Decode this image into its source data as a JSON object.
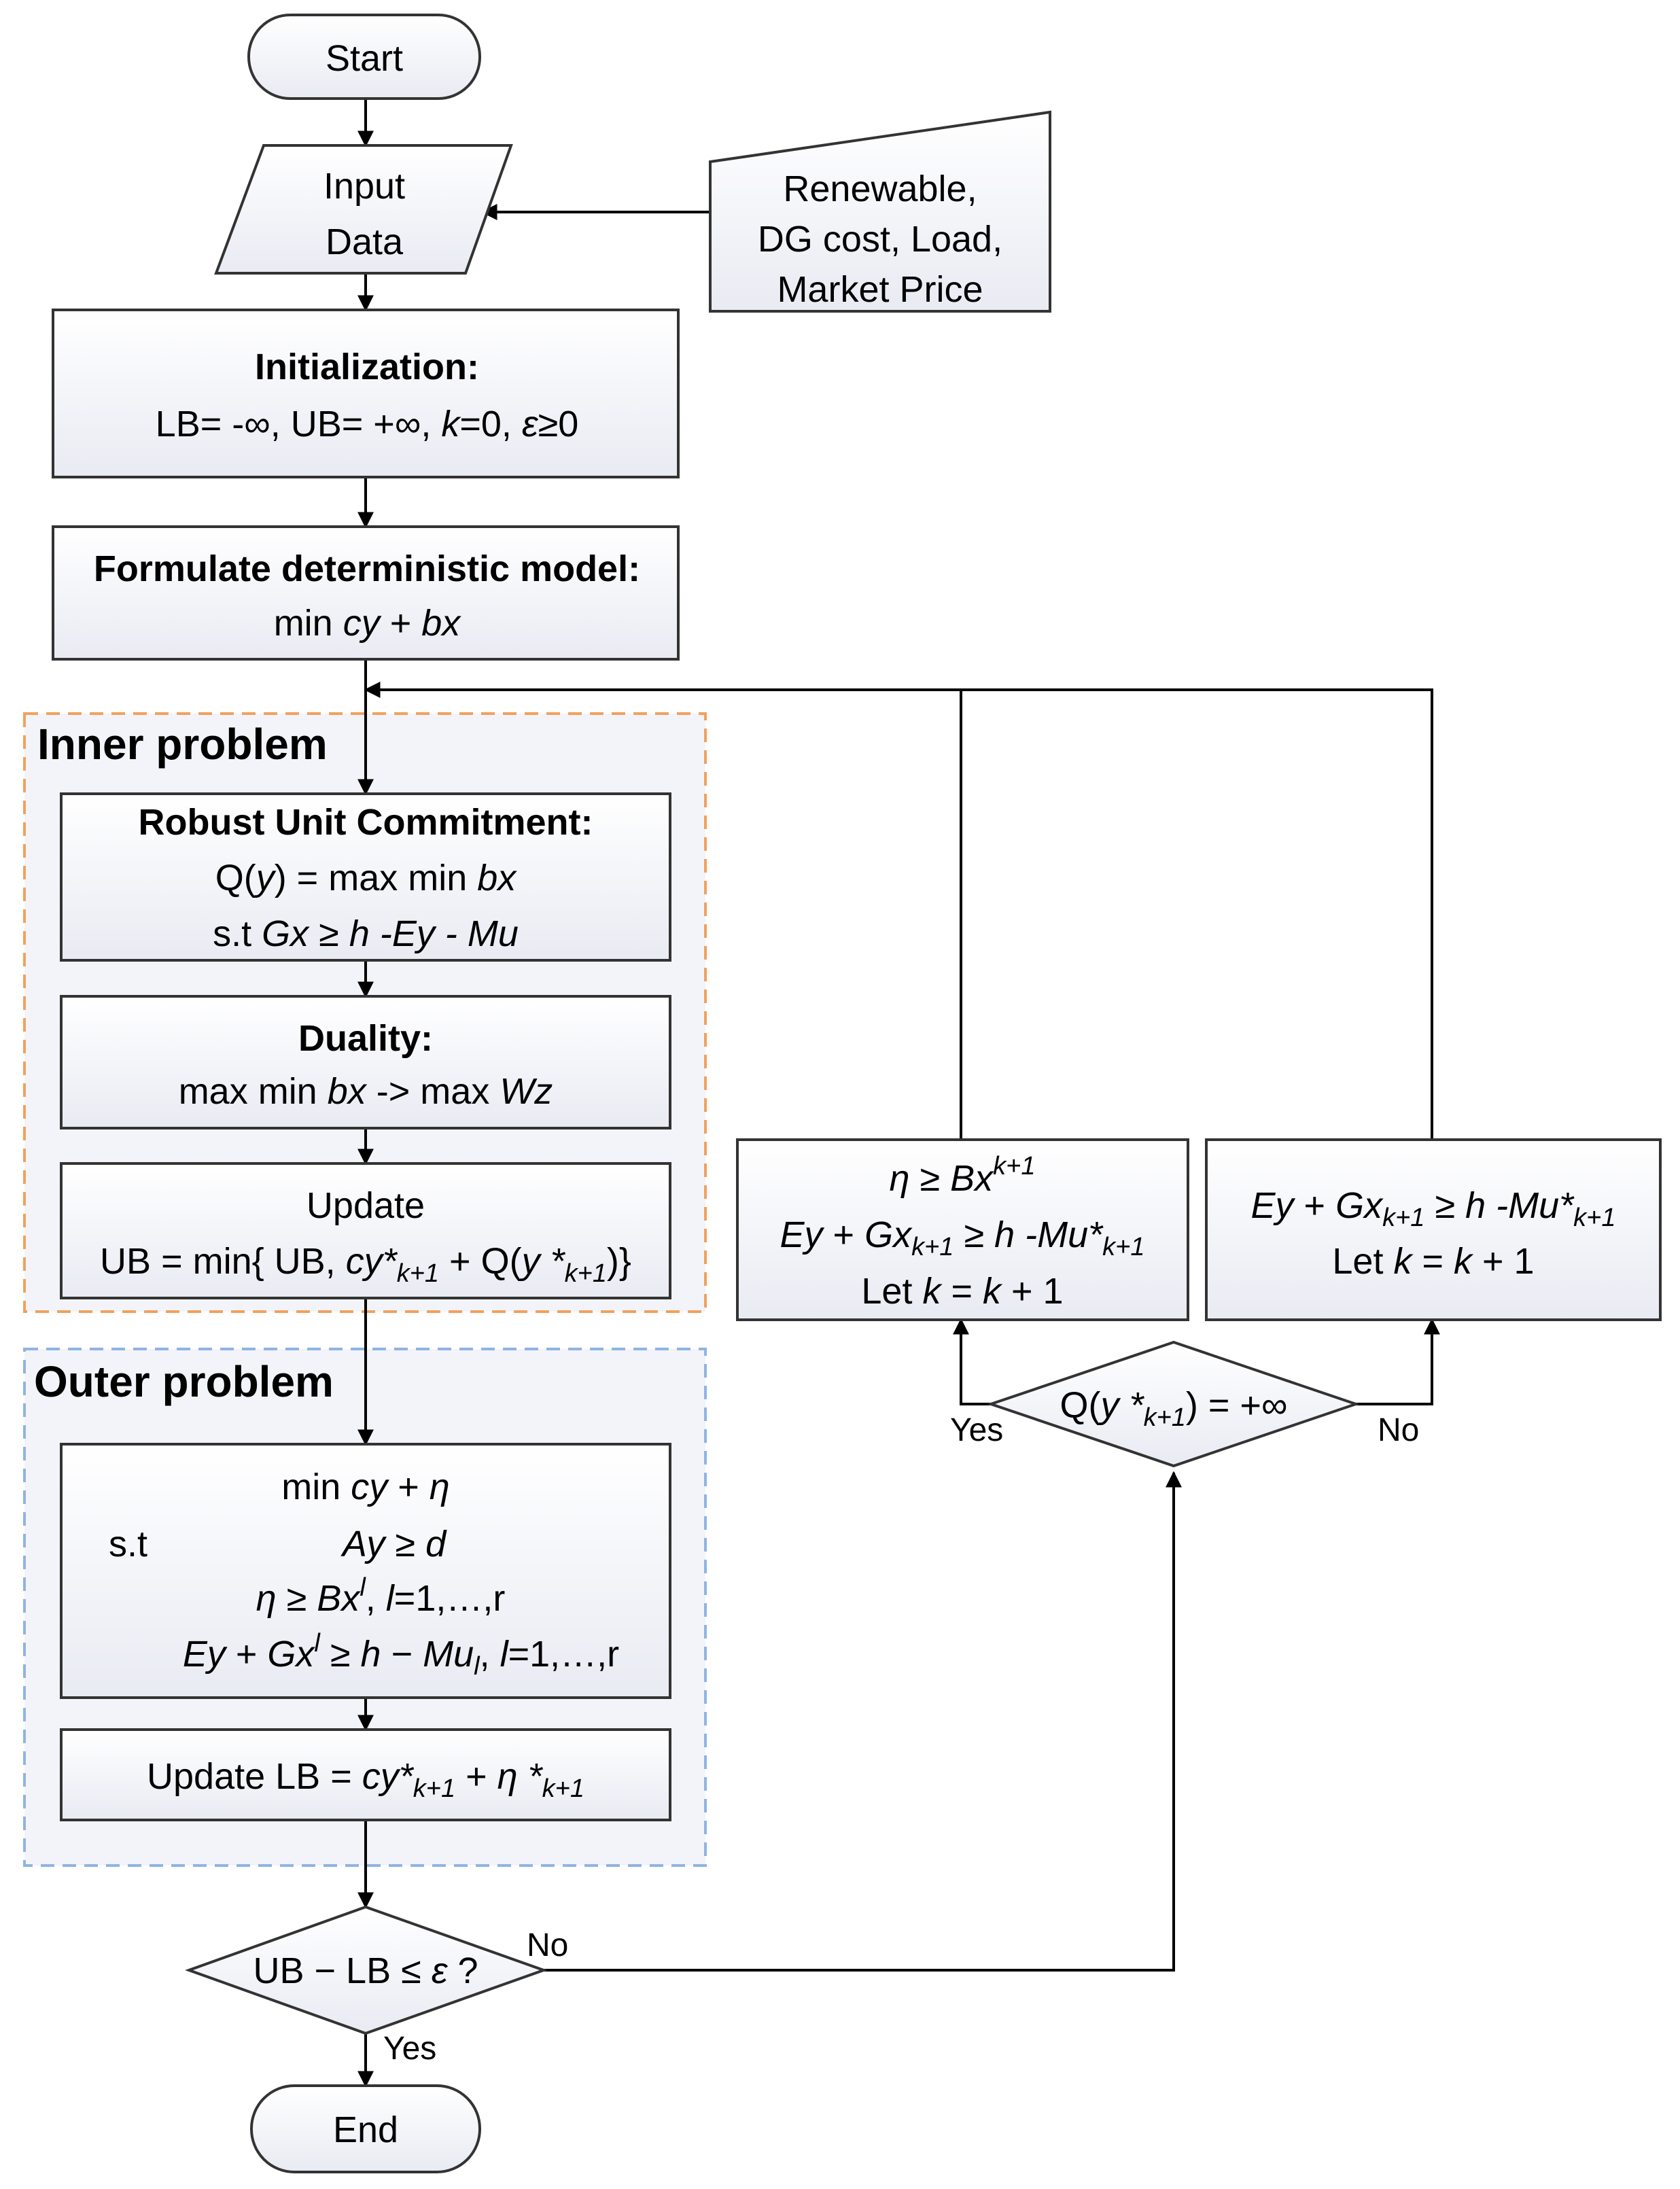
{
  "nodes": {
    "start": "Start",
    "input_l1": "Input",
    "input_l2": "Data",
    "ext_l1": "Renewable,",
    "ext_l2": "DG cost, Load,",
    "ext_l3": "Market Price",
    "init_title": "Initialization:",
    "init_body": "LB= -∞, UB= +∞, k=0, ε≥0",
    "det_title": "Formulate deterministic model:",
    "det_body": "min cy + bx",
    "inner_label": "Inner problem",
    "ruc_title": "Robust Unit Commitment:",
    "ruc_l1": "Q(y) = max min bx",
    "ruc_l2": "s.t   Gx ≥ h -Ey - Mu",
    "dual_title": "Duality:",
    "dual_body": "max min bx  -> max Wz",
    "upd_title": "Update",
    "upd_body": "UB = min{ UB, cy*k+1 + Q(y *k+1)}",
    "outer_label": "Outer problem",
    "outer_l1": "min cy + η",
    "outer_l2a": "s.t",
    "outer_l2b": "Ay ≥ d",
    "outer_l3": "η ≥ Bxl, l=1,…,r",
    "outer_l4": "Ey + Gxl ≥ h − Mul, l=1,…,r",
    "lb_update": "Update LB = cy*k+1 + η *k+1",
    "conv": "UB − LB ≤ ε ?",
    "end": "End",
    "yes_cut_l1": "η ≥ Bxk+1",
    "yes_cut_l2": "Ey + Gxk+1 ≥ h -Mu*k+1",
    "yes_cut_l3": "Let k = k + 1",
    "no_cut_l1": "Ey + Gxk+1 ≥ h -Mu*k+1",
    "no_cut_l2": "Let k = k + 1",
    "qcheck": "Q(y *k+1) = +∞"
  },
  "edge_labels": {
    "conv_no": "No",
    "conv_yes": "Yes",
    "q_yes": "Yes",
    "q_no": "No"
  },
  "colors": {
    "inner_border": "#f2a15e",
    "outer_border": "#8fb4e3",
    "region_fill": "#f3f4f9",
    "box_top": "#ffffff",
    "box_bottom": "#e9ebf3"
  }
}
